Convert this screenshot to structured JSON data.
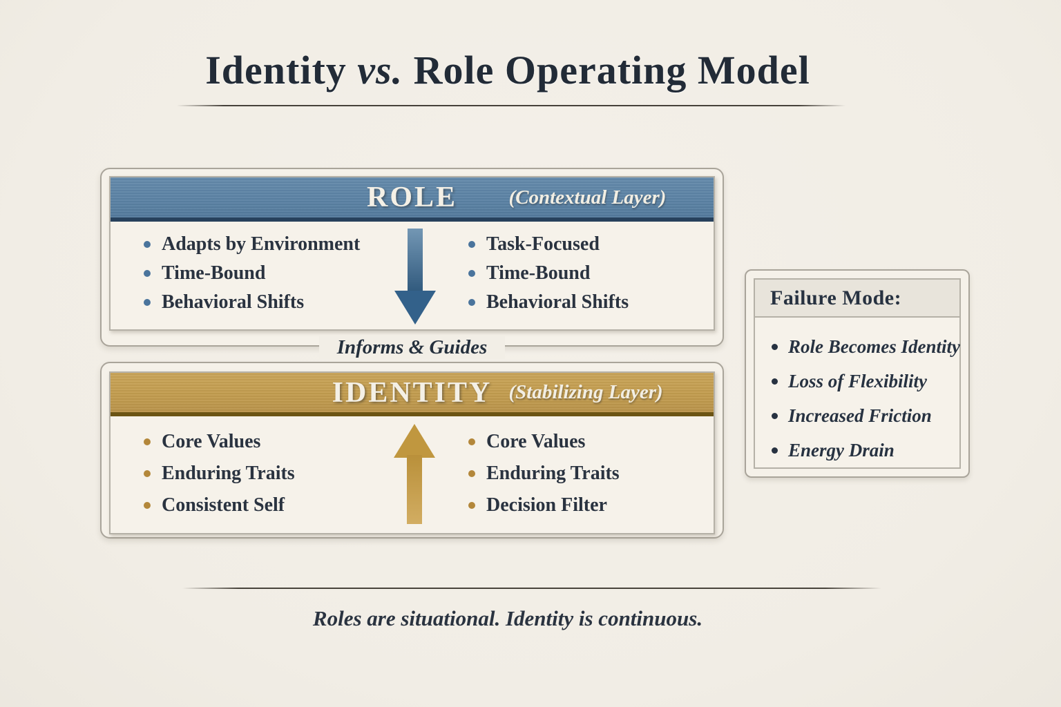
{
  "title": {
    "part1": "Identity ",
    "part2_italic": "vs.",
    "part3": " Role Operating Model"
  },
  "role_box": {
    "title": "ROLE",
    "subtitle": "(Contextual Layer)",
    "left_items": [
      "Adapts by Environment",
      "Time-Bound",
      "Behavioral Shifts"
    ],
    "right_items": [
      "Task-Focused",
      "Time-Bound",
      "Behavioral Shifts"
    ]
  },
  "connector_label": "Informs & Guides",
  "identity_box": {
    "title": "IDENTITY",
    "subtitle": "(Stabilizing Layer)",
    "left_items": [
      "Core Values",
      "Enduring Traits",
      "Consistent Self"
    ],
    "right_items": [
      "Core Values",
      "Enduring Traits",
      "Decision Filter"
    ]
  },
  "failure_box": {
    "title": "Failure Mode:",
    "items": [
      "Role Becomes Identity",
      "Loss of Flexibility",
      "Increased Friction",
      "Energy Drain"
    ]
  },
  "footer": {
    "quote": "Roles are situational. Identity is continuous."
  },
  "colors": {
    "bg": "#f2eee6",
    "panel-bg": "#f5f1e9",
    "blue": "#5b82a4",
    "blue-dark": "#27415c",
    "gold": "#c29c4e",
    "gold-dark": "#6b5414",
    "ink": "#2a3340",
    "blue-bullet": "#4a749c",
    "gold-bullet": "#b3873a"
  }
}
